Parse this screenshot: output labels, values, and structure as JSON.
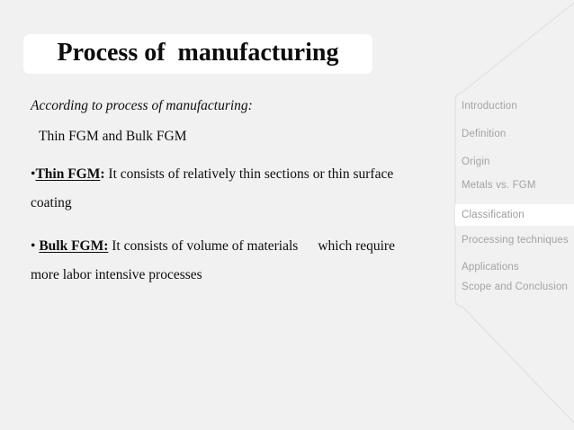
{
  "slide": {
    "background_color": "#f1f1f1",
    "accent_line_color": "#e2e2e2",
    "title": {
      "text": "Process of  manufacturing",
      "box_color": "#ffffff",
      "text_color": "#0c0c0c"
    },
    "body": {
      "lead": "According to process of manufacturing:",
      "sub": "Thin FGM and Bulk FGM",
      "items": [
        {
          "bullet": "•",
          "term": "Thin FGM",
          "term_underlined": true,
          "colon_underlined": false,
          "rest": " It consists of relatively thin sections or thin surface coating"
        },
        {
          "bullet": "•",
          "term": "Bulk FGM:",
          "term_underlined": true,
          "colon_underlined": true,
          "rest_before_gap": " It consists of volume of materials",
          "rest_after_gap": "which require more labor intensive processes"
        }
      ]
    }
  },
  "sidebar": {
    "active_index": 4,
    "active_background": "#ffffff",
    "text_color": "#a3a3a3",
    "items": [
      {
        "label": "Introduction"
      },
      {
        "label": "Definition"
      },
      {
        "label": "Origin"
      },
      {
        "label": "Metals vs. FGM"
      },
      {
        "label": "Classification"
      },
      {
        "label": "Processing techniques"
      },
      {
        "label": "Applications"
      },
      {
        "label": "Scope and Conclusion"
      }
    ]
  }
}
